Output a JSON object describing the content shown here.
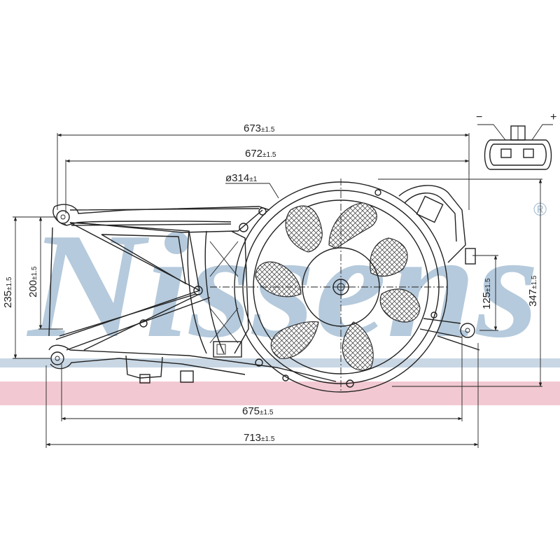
{
  "watermark": {
    "text": "Nissens",
    "registered_mark": "®",
    "text_color": "#a9c1d6",
    "band_blue": "#c9d7e4",
    "band_pink": "#f2c9d2"
  },
  "connector": {
    "minus": "−",
    "plus": "+"
  },
  "dimensions": {
    "d673": {
      "value": "673",
      "tol": "±1.5"
    },
    "d672": {
      "value": "672",
      "tol": "±1.5"
    },
    "d314": {
      "prefix": "ø",
      "value": "314",
      "tol": "±1"
    },
    "d235": {
      "value": "235",
      "tol": "±1.5"
    },
    "d200": {
      "value": "200",
      "tol": "±1.5"
    },
    "d125": {
      "value": "125",
      "tol": "±1.5"
    },
    "d347": {
      "value": "347",
      "tol": "±1.5"
    },
    "d675": {
      "value": "675",
      "tol": "±1.5"
    },
    "d713": {
      "value": "713",
      "tol": "±1.5"
    }
  }
}
